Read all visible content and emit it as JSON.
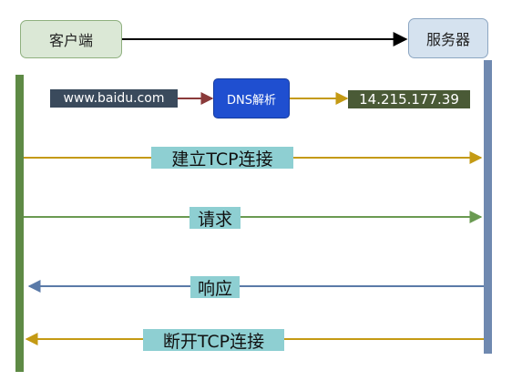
{
  "nodes": {
    "client": "客户端",
    "server": "服务器"
  },
  "dns": {
    "domain": "www.baidu.com",
    "resolver": "DNS解析",
    "ip": "14.215.177.39"
  },
  "messages": [
    {
      "label": "建立TCP连接",
      "direction": "client-to-server",
      "color": "#c49a14"
    },
    {
      "label": "请求",
      "direction": "client-to-server",
      "color": "#6a9a52"
    },
    {
      "label": "响应",
      "direction": "server-to-client",
      "color": "#5a7aa8"
    },
    {
      "label": "断开TCP连接",
      "direction": "server-to-client",
      "color": "#c49a14"
    }
  ],
  "colors": {
    "client_lifeline": "#5e8a45",
    "server_lifeline": "#6f89b0",
    "header_arrow": "#000000",
    "dns_arrow_in": "#8a3a3a",
    "dns_arrow_out": "#c49a14"
  }
}
